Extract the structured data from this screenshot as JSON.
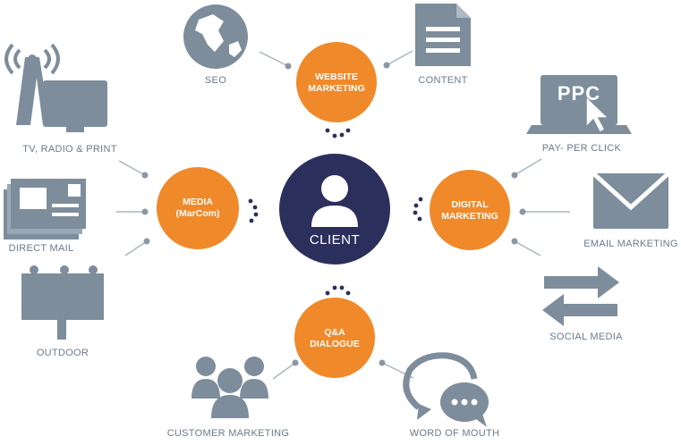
{
  "center": {
    "label": "CLIENT"
  },
  "hubs": {
    "website": [
      "WEBSITE",
      "MARKETING"
    ],
    "media": [
      "MEDIA",
      "(MarCom)"
    ],
    "digital": [
      "DIGITAL",
      "MARKETING"
    ],
    "qa": [
      "Q&A",
      "DIALOGUE"
    ]
  },
  "channels": {
    "seo": "SEO",
    "content": "CONTENT",
    "tv": "TV, RADIO & PRINT",
    "direct_mail": "DIRECT MAIL",
    "outdoor": "OUTDOOR",
    "ppc": "PAY- PER CLICK",
    "ppc_screen": "PPC",
    "email": "EMAIL MARKETING",
    "social": "SOCIAL MEDIA",
    "customer": "CUSTOMER MARKETING",
    "wom": "WORD OF MOUTH"
  },
  "colors": {
    "navy": "#2b2f5c",
    "orange": "#f0892a",
    "icon": "#7d8d9b",
    "connector": "#9aa6b1",
    "label": "#6b7a89"
  }
}
